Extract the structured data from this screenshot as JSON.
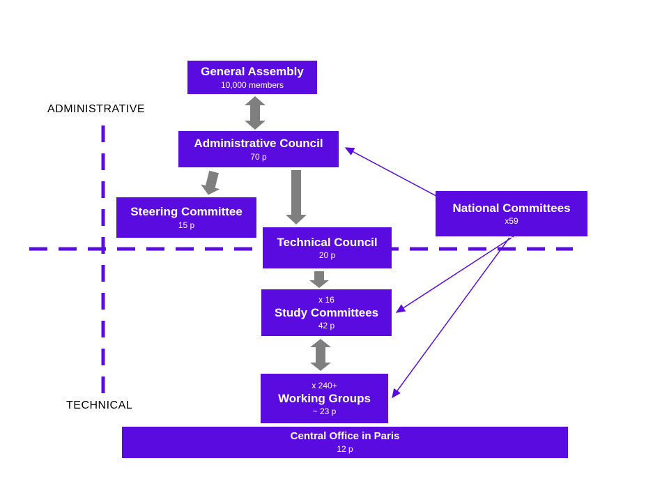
{
  "labels": {
    "administrative": "ADMINISTRATIVE",
    "technical": "TECHNICAL"
  },
  "nodes": {
    "general_assembly": {
      "title": "General Assembly",
      "subtitle": "10,000 members"
    },
    "administrative_council": {
      "title": "Administrative Council",
      "subtitle": "70 p"
    },
    "steering_committee": {
      "title": "Steering Committee",
      "subtitle": "15 p"
    },
    "technical_council": {
      "title": "Technical Council",
      "subtitle": "20 p"
    },
    "study_committees": {
      "pre": "x 16",
      "title": "Study Committees",
      "subtitle": "42 p"
    },
    "working_groups": {
      "pre": "x 240+",
      "title": "Working Groups",
      "subtitle": "~ 23 p"
    },
    "national_committees": {
      "title": "National Committees",
      "subtitle": "x59"
    },
    "central_office": {
      "title": "Central Office in Paris",
      "subtitle": "12 p"
    }
  },
  "colors": {
    "background": "#ffffff",
    "box": "#5a0ce0",
    "box_text": "#ffffff",
    "gray_arrow": "#7f7f7f",
    "purple_line": "#5a0ce0",
    "label_text": "#000000"
  }
}
